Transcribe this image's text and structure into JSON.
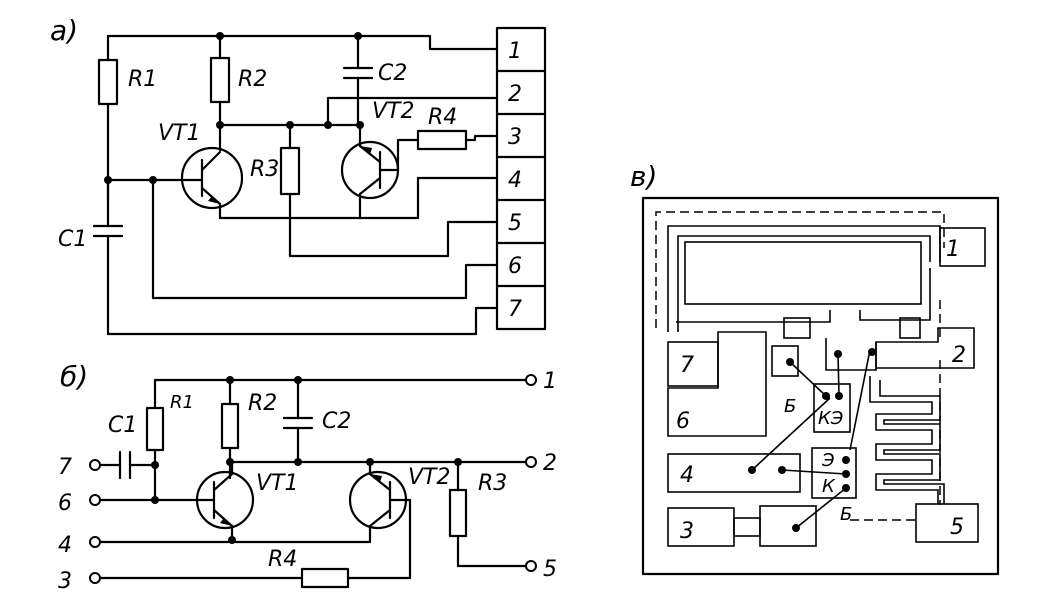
{
  "panels": {
    "a": "а)",
    "b": "б)",
    "v": "в)"
  },
  "a_components": {
    "R1": "R1",
    "R2": "R2",
    "R3": "R3",
    "R4": "R4",
    "C1": "C1",
    "C2": "C2",
    "VT1": "VT1",
    "VT2": "VT2"
  },
  "a_terminals": [
    "1",
    "2",
    "3",
    "4",
    "5",
    "6",
    "7"
  ],
  "b_components": {
    "R1": "R1",
    "R2": "R2",
    "R3": "R3",
    "R4": "R4",
    "C1": "C1",
    "C2": "C2",
    "VT1": "VT1",
    "VT2": "VT2"
  },
  "b_terminals": [
    "1",
    "2",
    "3",
    "4",
    "5",
    "6",
    "7"
  ],
  "v_pads": [
    "1",
    "2",
    "3",
    "4",
    "5",
    "6",
    "7"
  ],
  "v_transistor1": {
    "b": "Б",
    "ke": "КЭ"
  },
  "v_transistor2": {
    "e": "Э",
    "k": "К",
    "b": "Б"
  }
}
